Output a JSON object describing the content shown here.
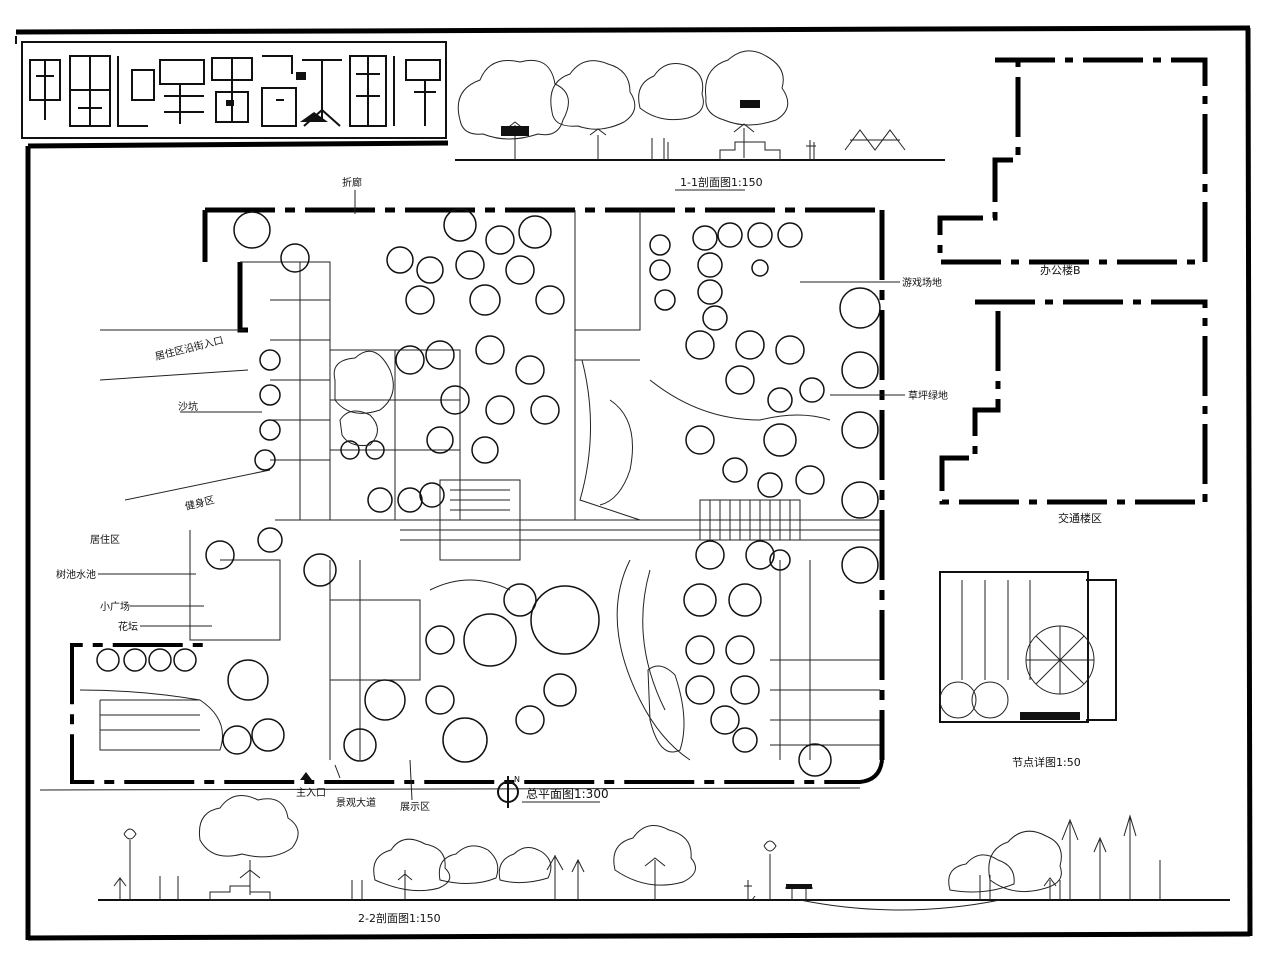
{
  "sheet": {
    "section_1_title": "1-1剖面图1:150",
    "section_2_title": "2-2剖面图1:150",
    "plan_title": "总平面图1:300",
    "north_mark": "N",
    "building_b": "办公楼B",
    "building_c": "交通楼区",
    "detail_title": "节点详图1:50"
  },
  "plan_labels": {
    "gallery": "折廊",
    "residential_entrance": "居住区沿街入口",
    "sandpit": "沙坑",
    "fitness": "健身区",
    "living_zone": "居住区",
    "tree_pond": "树池水池",
    "small_square": "小广场",
    "flower_bed": "花坛",
    "main_entrance": "主入口",
    "landscape_avenue": "景观大道",
    "display_zone": "展示区",
    "play_area": "游戏场地",
    "lawn": "草坪绿地"
  }
}
